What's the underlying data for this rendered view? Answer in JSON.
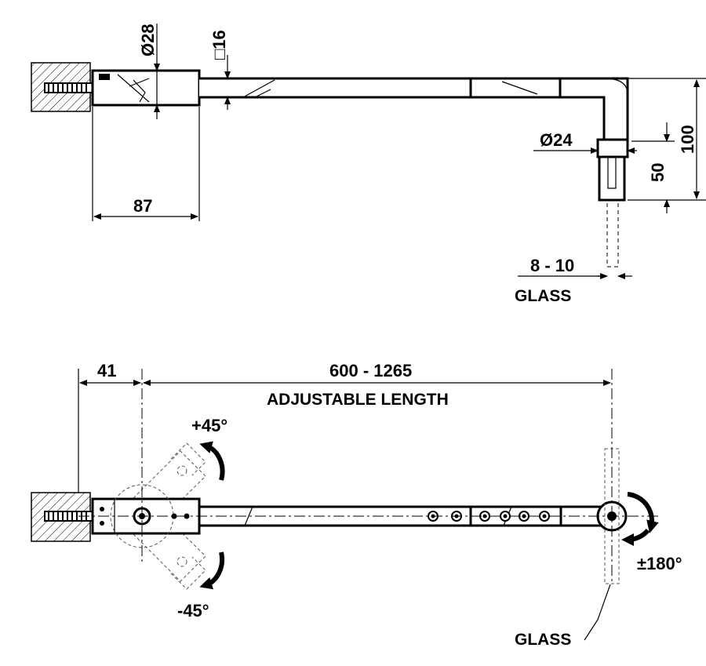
{
  "top_view": {
    "dia_28": "Ø28",
    "square_16": "□16",
    "dia_24": "Ø24",
    "len_87": "87",
    "height_100": "100",
    "height_50": "50",
    "glass_thickness": "8 - 10",
    "glass_label": "GLASS"
  },
  "plan_view": {
    "offset_41": "41",
    "length_range": "600 - 1265",
    "length_caption": "ADJUSTABLE LENGTH",
    "angle_plus": "+45°",
    "angle_minus": "-45°",
    "rotation": "±180°",
    "glass_label": "GLASS"
  }
}
